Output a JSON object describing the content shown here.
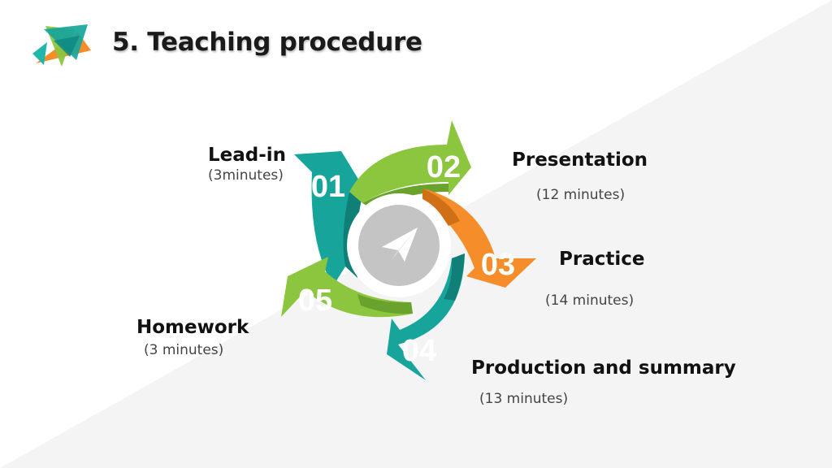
{
  "slide": {
    "title": "5. Teaching procedure"
  },
  "stages": [
    {
      "number": "01",
      "name": "Lead-in",
      "duration": "(3minutes)",
      "color": "#17a59b"
    },
    {
      "number": "02",
      "name": "Presentation",
      "duration": "(12 minutes)",
      "color": "#8cc63f"
    },
    {
      "number": "03",
      "name": "Practice",
      "duration": "(14 minutes)",
      "color": "#f58e2a"
    },
    {
      "number": "04",
      "name": "Production and summary",
      "duration": "(13 minutes)",
      "color": "#17a59b"
    },
    {
      "number": "05",
      "name": "Homework",
      "duration": "(3 minutes)",
      "color": "#8cc63f"
    }
  ],
  "center_icon": "paper-plane-icon",
  "colors": {
    "teal": "#17a59b",
    "green": "#8cc63f",
    "orange": "#f58e2a",
    "hub": "#c4c4c4"
  }
}
